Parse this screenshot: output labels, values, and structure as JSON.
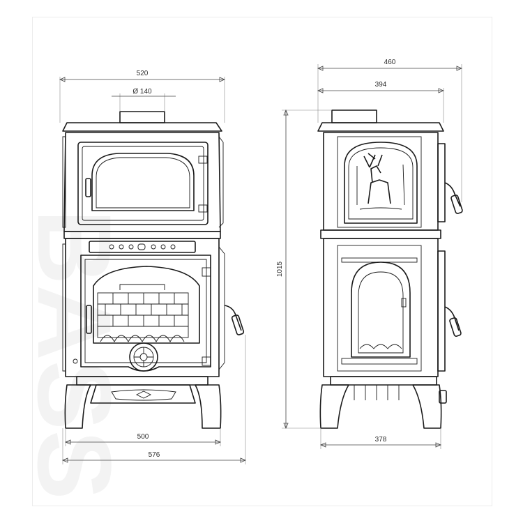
{
  "watermark": "BASS",
  "dimensions": {
    "front_top_width": "520",
    "flue_diameter": "Ø 140",
    "front_base_width": "500",
    "front_overall_width": "576",
    "side_total_depth": "460",
    "side_body_depth": "394",
    "height": "1015",
    "side_base_depth": "378"
  },
  "colors": {
    "line": "#1a1a1a",
    "dimension": "#444444",
    "background": "#ffffff"
  }
}
